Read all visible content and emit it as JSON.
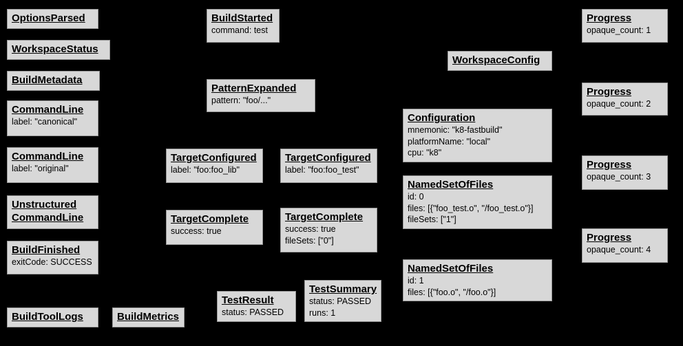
{
  "diagram": {
    "description": "Build event protocol event graph",
    "background": "#000000",
    "node_fill": "#d8d8d8",
    "node_border": "#969696",
    "text_color": "#000000"
  },
  "nodes": [
    {
      "title": "OptionsParsed",
      "body": []
    },
    {
      "title": "WorkspaceStatus",
      "body": []
    },
    {
      "title": "BuildMetadata",
      "body": []
    },
    {
      "title": "CommandLine",
      "body": [
        "label: \"canonical\""
      ]
    },
    {
      "title": "CommandLine",
      "body": [
        "label: \"original\""
      ]
    },
    {
      "title": "Unstructured\nCommandLine",
      "body": []
    },
    {
      "title": "BuildFinished",
      "body": [
        "exitCode: SUCCESS"
      ]
    },
    {
      "title": "BuildToolLogs",
      "body": []
    },
    {
      "title": "BuildMetrics",
      "body": []
    },
    {
      "title": "BuildStarted",
      "body": [
        "command: test"
      ]
    },
    {
      "title": "PatternExpanded",
      "body": [
        "pattern: \"foo/...\""
      ]
    },
    {
      "title": "TargetConfigured",
      "body": [
        "label: \"foo:foo_lib\""
      ]
    },
    {
      "title": "TargetConfigured",
      "body": [
        "label: \"foo:foo_test\""
      ]
    },
    {
      "title": "TargetComplete",
      "body": [
        "success: true"
      ]
    },
    {
      "title": "TargetComplete",
      "body": [
        "success: true",
        "fileSets: [\"0\"]"
      ]
    },
    {
      "title": "TestResult",
      "body": [
        "status: PASSED"
      ]
    },
    {
      "title": "TestSummary",
      "body": [
        "status: PASSED",
        "runs: 1"
      ]
    },
    {
      "title": "WorkspaceConfig",
      "body": []
    },
    {
      "title": "Configuration",
      "body": [
        "mnemonic: \"k8-fastbuild\"",
        "platformName: \"local\"",
        "cpu: \"k8\""
      ]
    },
    {
      "title": "NamedSetOfFiles",
      "body": [
        "id: 0",
        "files: [{\"foo_test.o\", \"/foo_test.o\"}]",
        "fileSets: [\"1\"]"
      ]
    },
    {
      "title": "NamedSetOfFiles",
      "body": [
        "id: 1",
        "files: [{\"foo.o\", \"/foo.o\"}]"
      ]
    },
    {
      "title": "Progress",
      "body": [
        "opaque_count: 1"
      ]
    },
    {
      "title": "Progress",
      "body": [
        "opaque_count: 2"
      ]
    },
    {
      "title": "Progress",
      "body": [
        "opaque_count: 3"
      ]
    },
    {
      "title": "Progress",
      "body": [
        "opaque_count: 4"
      ]
    }
  ]
}
